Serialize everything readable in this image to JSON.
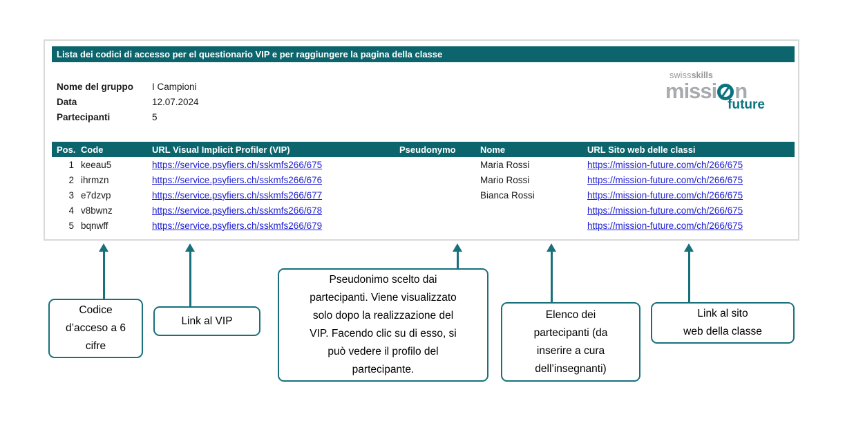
{
  "colors": {
    "teal": "#0c656d",
    "ann": "#17707a",
    "link": "#2121d1",
    "lg-gray": "#a8abad",
    "lg-teal": "#0a7380"
  },
  "doc": {
    "title": "Lista dei codici di accesso per el questionario VIP e per raggiungere la pagina della classe",
    "info": {
      "group_label": "Nome del gruppo",
      "group_value": "I Campioni",
      "date_label": "Data",
      "date_value": "12.07.2024",
      "participants_label": "Partecipanti",
      "participants_value": "5"
    },
    "logo": {
      "brand": "swiss",
      "brand_bold": "skills",
      "word_pre": "missi",
      "word_post": "n",
      "future": "future"
    },
    "table": {
      "headers": {
        "pos": "Pos.",
        "code": "Code",
        "vip": "URL Visual Implicit Profiler (VIP)",
        "pseudonym": "Pseudonymo",
        "name": "Nome",
        "class_url": "URL Sito web delle classi"
      },
      "rows": [
        {
          "pos": "1",
          "code": "keeau5",
          "vip_url": "https://service.psyfiers.ch/sskmfs266/675",
          "pseudonym": "",
          "name": "Maria Rossi",
          "class_url": "https://mission-future.com/ch/266/675"
        },
        {
          "pos": "2",
          "code": "ihrmzn",
          "vip_url": "https://service.psyfiers.ch/sskmfs266/676",
          "pseudonym": "",
          "name": "Mario Rossi",
          "class_url": "https://mission-future.com/ch/266/675"
        },
        {
          "pos": "3",
          "code": "e7dzvp",
          "vip_url": "https://service.psyfiers.ch/sskmfs266/677",
          "pseudonym": "",
          "name": "Bianca Rossi",
          "class_url": "https://mission-future.com/ch/266/675"
        },
        {
          "pos": "4",
          "code": "v8bwnz",
          "vip_url": "https://service.psyfiers.ch/sskmfs266/678",
          "pseudonym": "",
          "name": "",
          "class_url": "https://mission-future.com/ch/266/675"
        },
        {
          "pos": "5",
          "code": "bqnwff",
          "vip_url": "https://service.psyfiers.ch/sskmfs266/679",
          "pseudonym": "",
          "name": "",
          "class_url": "https://mission-future.com/ch/266/675"
        }
      ]
    }
  },
  "annotations": {
    "code_box": "Codice\nd’acceso a 6\ncifre",
    "vip_box": "Link al VIP",
    "pseudonym_box": "Pseudonimo scelto dai\npartecipanti. Viene visualizzato\nsolo dopo la realizzazione del\nVIP. Facendo clic su di esso, si\npuò vedere il profilo del\npartecipante.",
    "participants_box": "Elenco dei\npartecipanti (da\ninserire a cura\ndell’insegnanti)",
    "class_box": "Link al sito\nweb della classe"
  }
}
